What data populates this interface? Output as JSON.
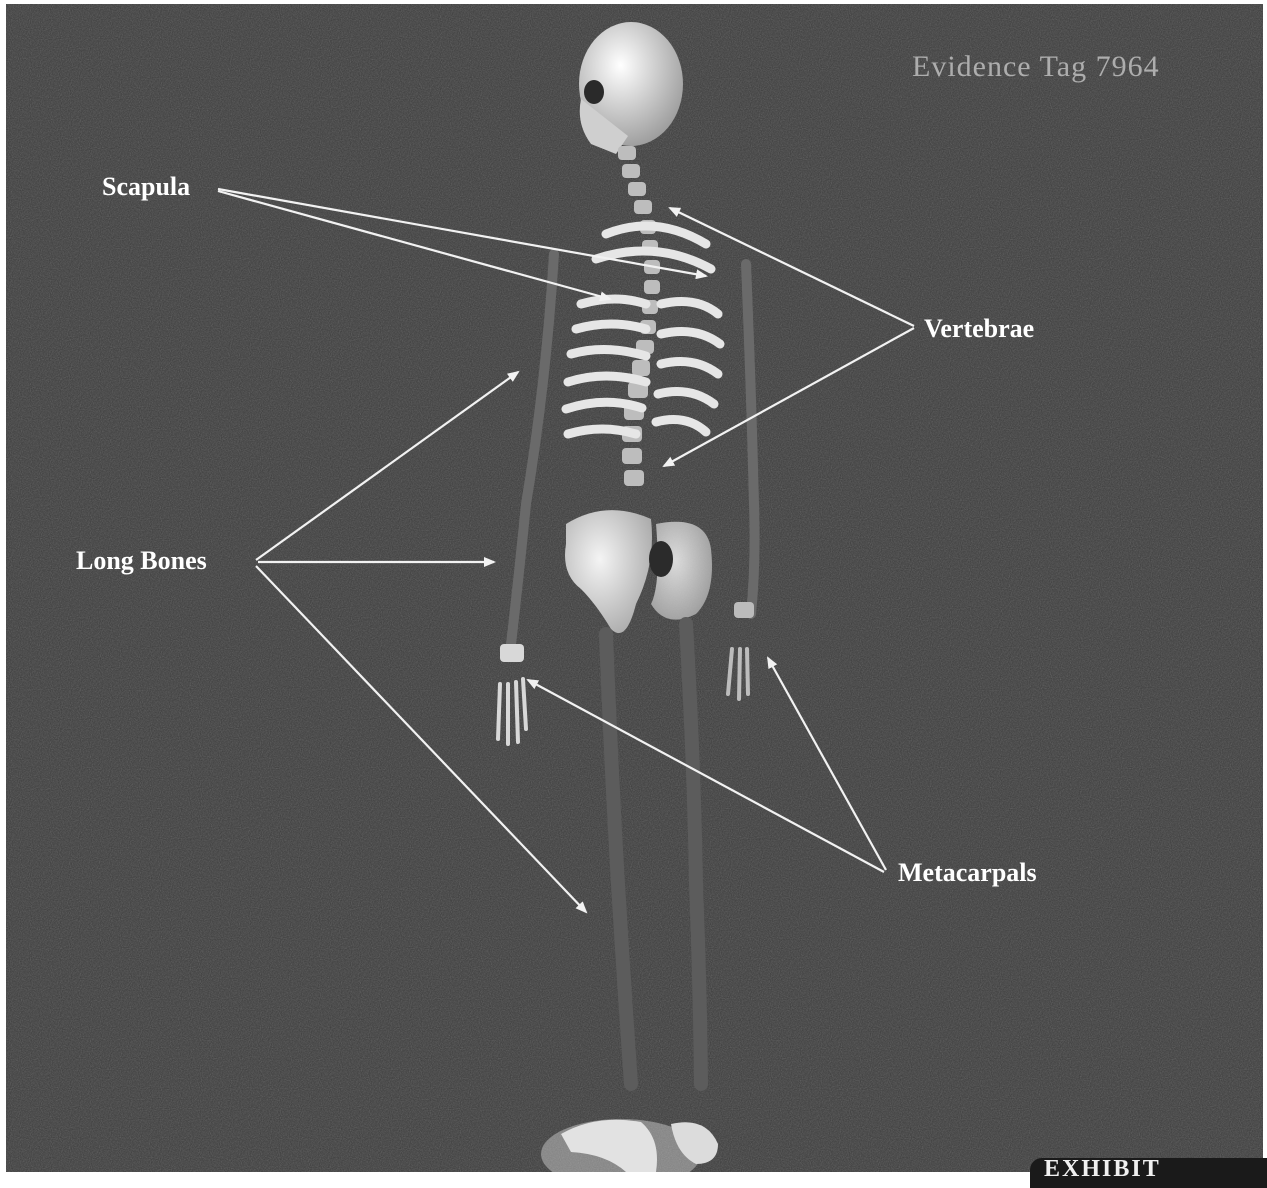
{
  "evidence_tag": "Evidence Tag 7964",
  "labels": {
    "scapula": "Scapula",
    "vertebrae": "Vertebrae",
    "long_bones": "Long Bones",
    "metacarpals": "Metacarpals"
  },
  "exhibit_sticker": "EXHIBIT",
  "colors": {
    "background": "#3c3c3c",
    "bone": "#e8e8e8",
    "label_text": "#ffffff",
    "arrow": "#f2f2f2"
  }
}
